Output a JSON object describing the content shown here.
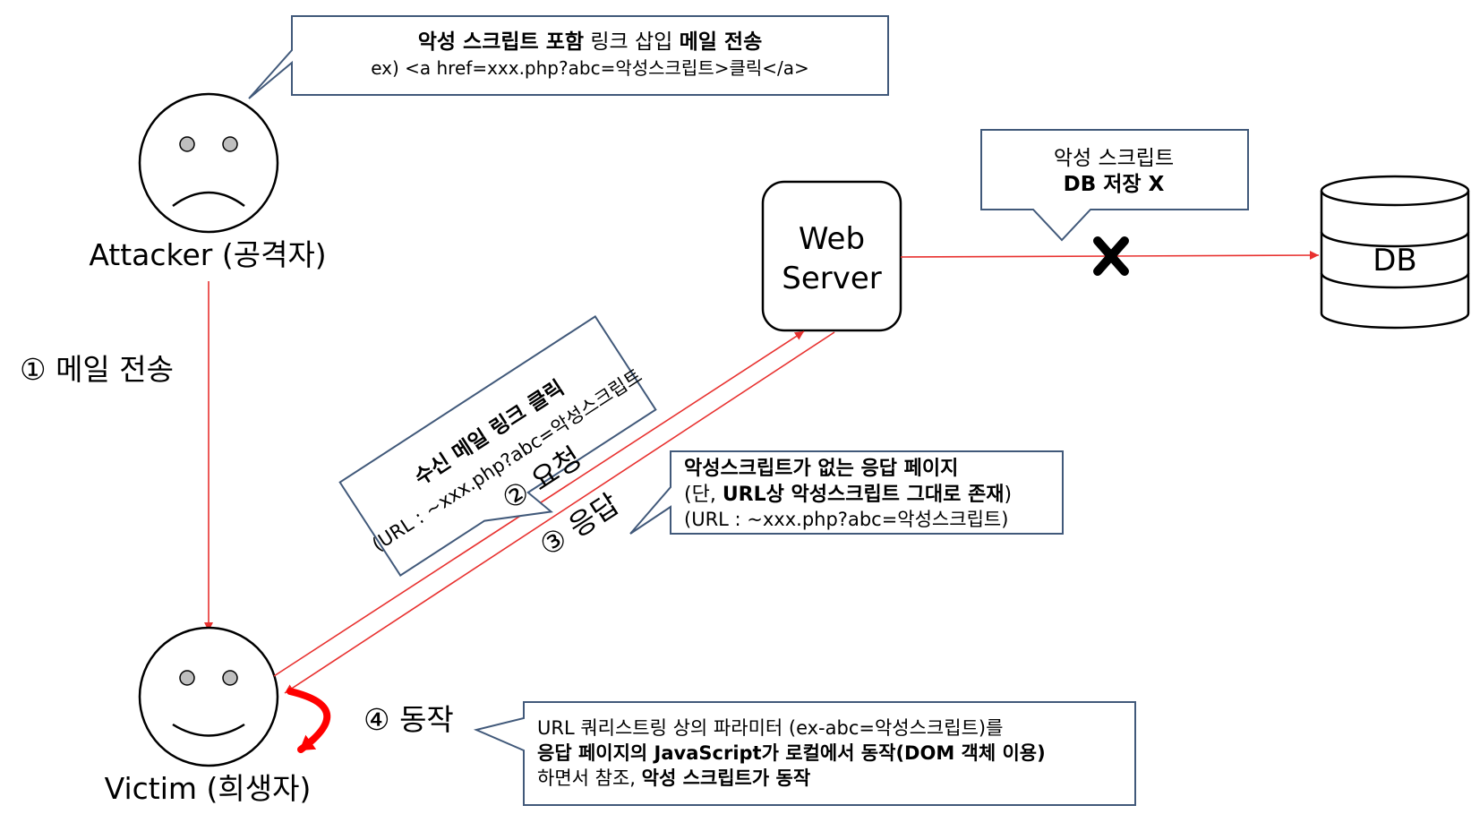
{
  "attacker": {
    "label": "Attacker (공격자)",
    "callout": {
      "line1": {
        "b1": "악성 스크립트 포함",
        "n1": " 링크 삽입 ",
        "b2": "메일 전송"
      },
      "line2": "ex)  <a href=xxx.php?abc=악성스크립트>클릭</a>"
    }
  },
  "victim": {
    "label": "Victim (희생자)"
  },
  "web_server": {
    "line1": "Web",
    "line2": "Server"
  },
  "db": {
    "label": "DB"
  },
  "db_callout": {
    "line1": "악성 스크립트",
    "line2": "DB 저장 X"
  },
  "steps": {
    "step1": "① 메일 전송",
    "step2": "② 요청",
    "step3": "③ 응답",
    "step4": "④ 동작"
  },
  "link_callout": {
    "line1": "수신 메일 링크 클릭",
    "line2": "(URL : ~xxx.php?abc=악성스크립트"
  },
  "response_callout": {
    "line1": "악성스크립트가 없는 응답 페이지",
    "line2": {
      "n1": "(단, ",
      "b1": "URL상 악성스크립트 그대로 존재",
      "n2": ")"
    },
    "line3": "(URL : ~xxx.php?abc=악성스크립트)"
  },
  "action_callout": {
    "line1": "URL 쿼리스트링 상의 파라미터 (ex-abc=악성스크립트)를",
    "line2": "응답 페이지의 JavaScript가 로컬에서 동작(DOM 객체 이용)",
    "line3": {
      "n1": "하면서 참조, ",
      "b1": "악성 스크립트가 동작"
    }
  },
  "colors": {
    "callout_border": "#41597a",
    "arrow": "#e8312f",
    "action_arrow": "#ff0000",
    "x_mark": "#000000"
  }
}
